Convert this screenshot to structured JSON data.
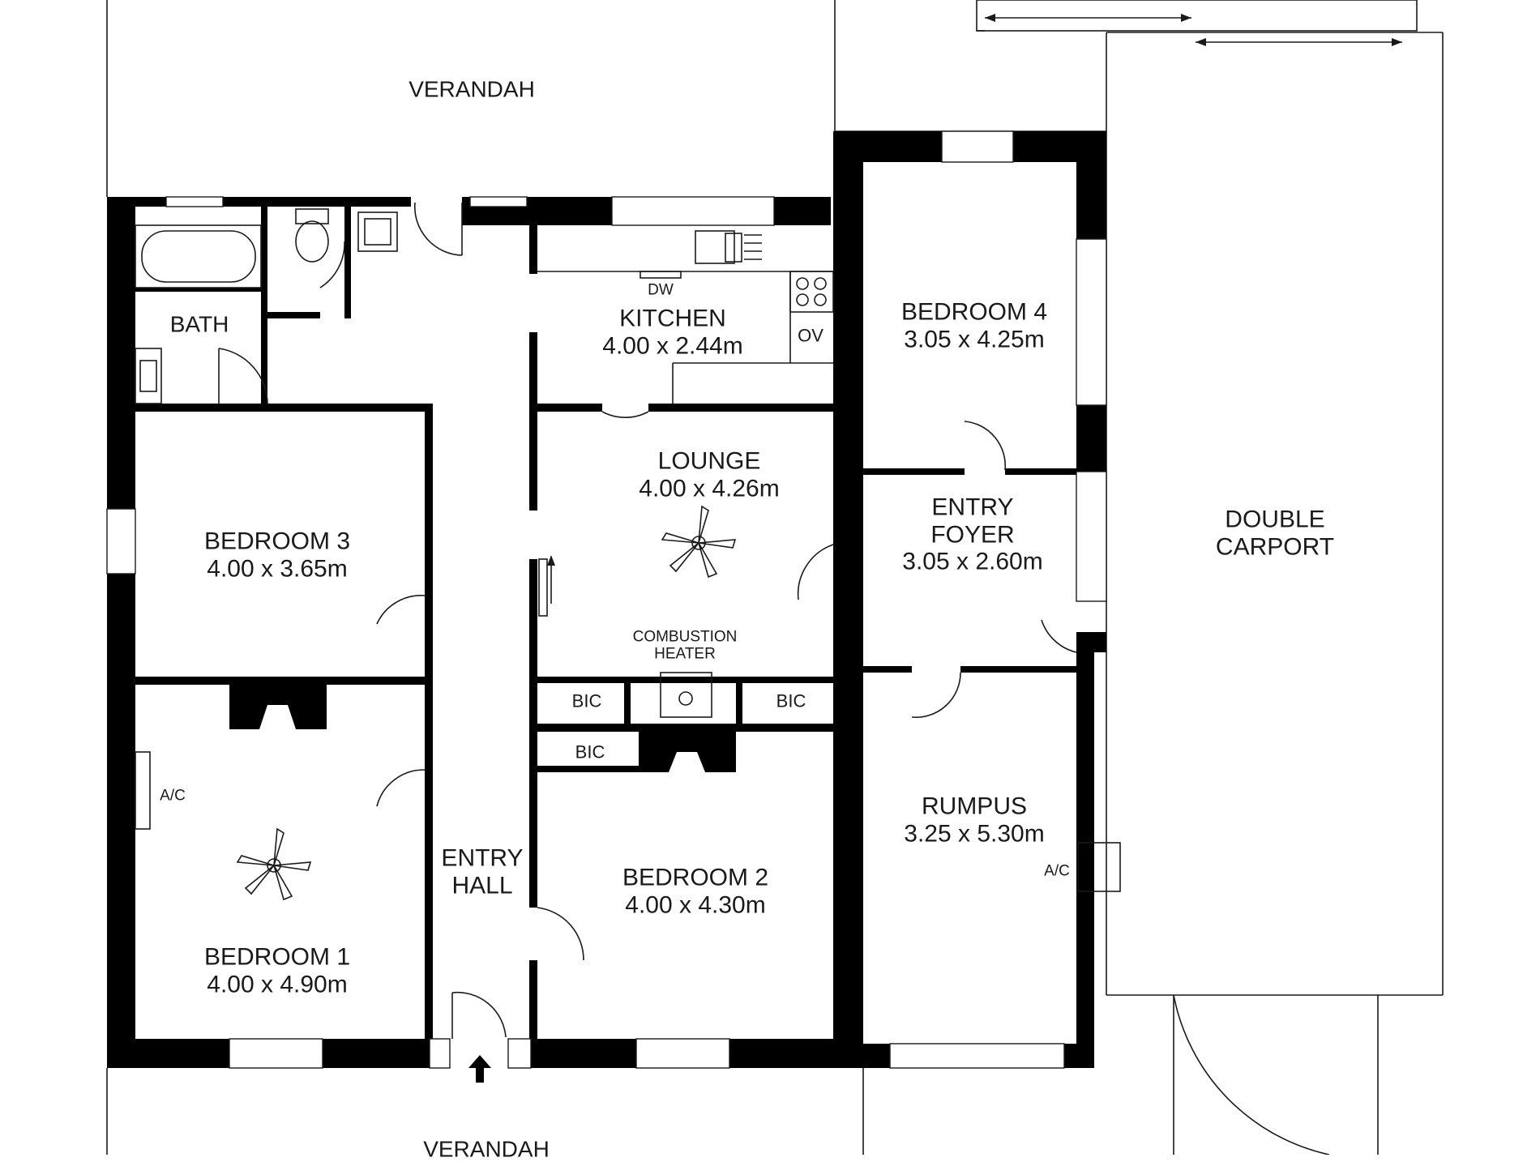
{
  "rooms": {
    "verandah_top": "VERANDAH",
    "verandah_bottom": "VERANDAH",
    "bath": "BATH",
    "kitchen_dw": "DW",
    "kitchen": {
      "name": "KITCHEN",
      "size": "4.00 x 2.44m"
    },
    "kitchen_ov": "OV",
    "bedroom4": {
      "name": "BEDROOM 4",
      "size": "3.05 x 4.25m"
    },
    "bedroom3": {
      "name": "BEDROOM 3",
      "size": "4.00 x 3.65m"
    },
    "lounge": {
      "name": "LOUNGE",
      "size": "4.00 x 4.26m"
    },
    "entry_foyer": {
      "line1": "ENTRY",
      "line2": "FOYER",
      "size": "3.05 x 2.60m"
    },
    "double_carport": {
      "line1": "DOUBLE",
      "line2": "CARPORT"
    },
    "combustion_heater": {
      "line1": "COMBUSTION",
      "line2": "HEATER"
    },
    "bic_left": "BIC",
    "bic_right": "BIC",
    "bic_bedroom2": "BIC",
    "ac_bedroom1": "A/C",
    "ac_rumpus": "A/C",
    "rumpus": {
      "name": "RUMPUS",
      "size": "3.25 x 5.30m"
    },
    "entry_hall": {
      "line1": "ENTRY",
      "line2": "HALL"
    },
    "bedroom2": {
      "name": "BEDROOM 2",
      "size": "4.00 x 4.30m"
    },
    "bedroom1": {
      "name": "BEDROOM 1",
      "size": "4.00 x 4.90m"
    }
  },
  "icons": [
    "ceiling-fan-icon",
    "entry-arrow-icon",
    "sink-icon",
    "toilet-icon",
    "bathtub-icon",
    "cooktop-icon"
  ]
}
